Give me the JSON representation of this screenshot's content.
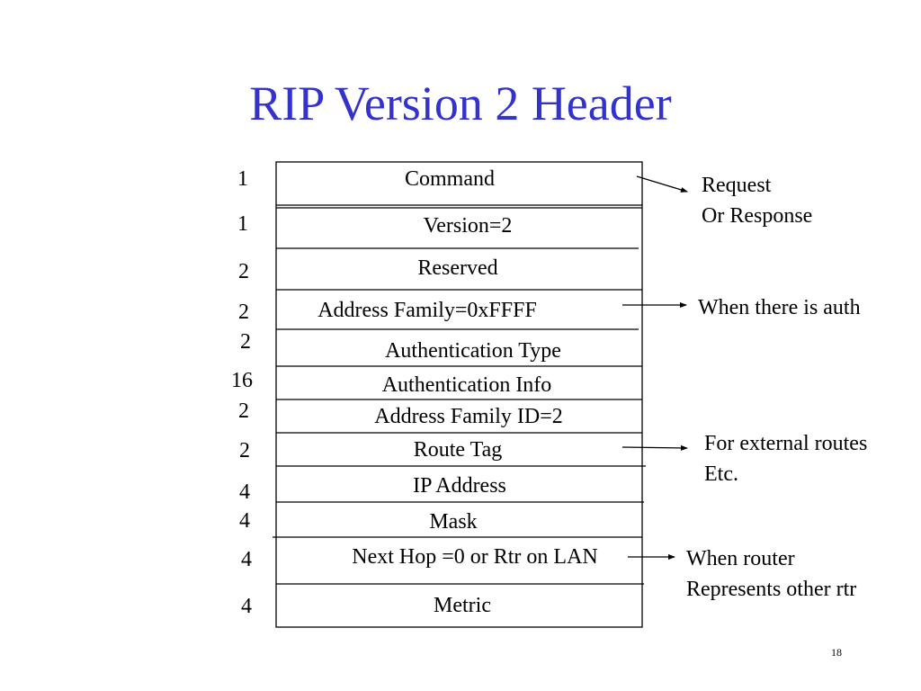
{
  "title": "RIP Version 2 Header",
  "fields": [
    {
      "name": "Command",
      "size": "1"
    },
    {
      "name": "Version=2",
      "size": "1"
    },
    {
      "name": "Reserved",
      "size": "2"
    },
    {
      "name": "Address Family=0xFFFF",
      "size": "2"
    },
    {
      "name": "Authentication Type",
      "size": "2"
    },
    {
      "name": "Authentication Info",
      "size": "16"
    },
    {
      "name": "Address Family ID=2",
      "size": "2"
    },
    {
      "name": "Route Tag",
      "size": "2"
    },
    {
      "name": "IP Address",
      "size": "4"
    },
    {
      "name": "Mask",
      "size": "4"
    },
    {
      "name": "Next Hop =0 or Rtr on LAN",
      "size": "4"
    },
    {
      "name": "Metric",
      "size": "4"
    }
  ],
  "annotations": [
    {
      "lines": [
        "Request",
        "Or Response"
      ]
    },
    {
      "lines": [
        "When there is auth"
      ]
    },
    {
      "lines": [
        "For external routes",
        "Etc."
      ]
    },
    {
      "lines": [
        "When router",
        "Represents other rtr"
      ]
    }
  ],
  "page_number": "18",
  "colors": {
    "title": "#3333cc",
    "text": "#000000",
    "lines": "#000000"
  }
}
